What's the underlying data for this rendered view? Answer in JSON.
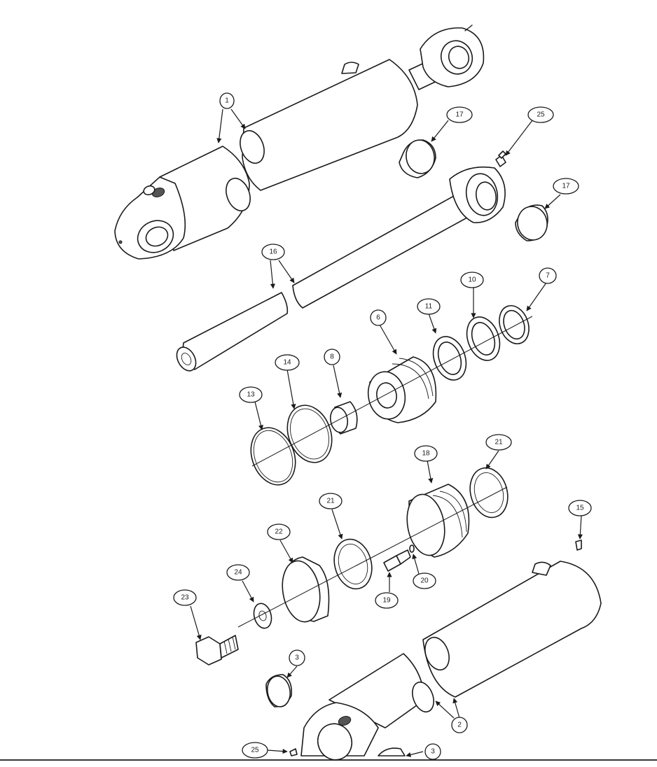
{
  "callouts": {
    "c1": "1",
    "c17a": "17",
    "c25a": "25",
    "c17b": "17",
    "c16": "16",
    "c10": "10",
    "c7": "7",
    "c11": "11",
    "c6": "6",
    "c14": "14",
    "c8": "8",
    "c13": "13",
    "c18": "18",
    "c21a": "21",
    "c21b": "21",
    "c15": "15",
    "c22": "22",
    "c24": "24",
    "c23": "23",
    "c19": "19",
    "c20": "20",
    "c3a": "3",
    "c2": "2",
    "c25b": "25",
    "c3b": "3"
  }
}
